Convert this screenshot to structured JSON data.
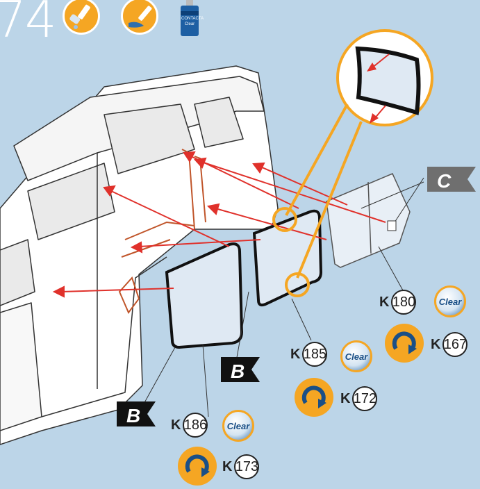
{
  "step": {
    "number": "74"
  },
  "glue_label": "CONTACTA Clear",
  "flags": {
    "c": "C",
    "b_middle": "B",
    "b_left": "B"
  },
  "parts": [
    {
      "prefix": "K",
      "number": "180"
    },
    {
      "prefix": "K",
      "number": "167"
    },
    {
      "prefix": "K",
      "number": "185"
    },
    {
      "prefix": "K",
      "number": "172"
    },
    {
      "prefix": "K",
      "number": "186"
    },
    {
      "prefix": "K",
      "number": "173"
    }
  ],
  "clear_label": "Clear",
  "colors": {
    "background": "#bcd5e8",
    "arrow": "#e0312b",
    "accent": "#f5a623",
    "trim": "#c0552a"
  },
  "icons": [
    "paint-brush-icon",
    "apply-brush-icon",
    "glue-bottle-icon",
    "rotate-arrow-icon"
  ]
}
